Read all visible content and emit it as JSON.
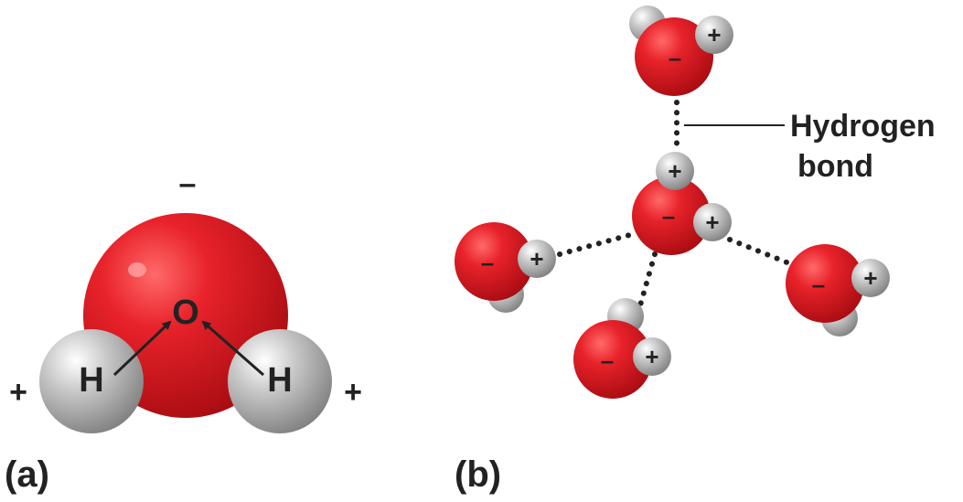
{
  "panel_a": {
    "label": "(a)",
    "oxygen_label": "O",
    "hydrogen_left_label": "H",
    "hydrogen_right_label": "H",
    "charge_top": "–",
    "charge_left": "+",
    "charge_right": "+"
  },
  "panel_b": {
    "label": "(b)",
    "callout_line1": "Hydrogen",
    "callout_line2": "bond",
    "negative_sign": "–",
    "positive_sign": "+"
  },
  "colors": {
    "oxygen": "#e01b22",
    "hydrogen": "#b8b8b8",
    "text": "#222222"
  }
}
